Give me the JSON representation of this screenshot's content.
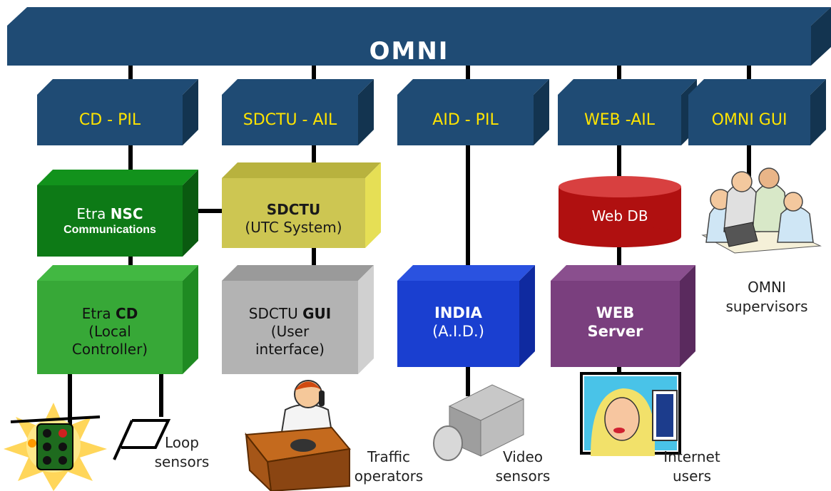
{
  "omni": {
    "title": "OMNI"
  },
  "layers": {
    "cd_pil": "CD - PIL",
    "sdctu_ail": "SDCTU - AIL",
    "aid_pil": "AID - PIL",
    "web_ail": "WEB -AIL",
    "omni_gui": "OMNI GUI"
  },
  "nsc": {
    "prefix": "Etra ",
    "bold": "NSC",
    "line2": "Communications"
  },
  "sdctu": {
    "line1": "SDCTU",
    "line2": "(UTC System)"
  },
  "webdb": {
    "label": "Web DB"
  },
  "etra_cd": {
    "prefix": "Etra ",
    "bold": "CD",
    "line2": "(Local",
    "line3": "Controller)"
  },
  "sdctu_gui": {
    "prefix": "SDCTU ",
    "bold": "GUI",
    "line2": "(User",
    "line3": "interface)"
  },
  "india": {
    "line1": "INDIA",
    "line2": "(A.I.D.)"
  },
  "web_server": {
    "line1": "WEB",
    "line2": "Server"
  },
  "captions": {
    "loop_1": "Loop",
    "loop_2": "sensors",
    "traffic_1": "Traffic",
    "traffic_2": "operators",
    "video_1": "Video",
    "video_2": "sensors",
    "internet_1": "Internet",
    "internet_2": "users",
    "supervisors_1": "OMNI",
    "supervisors_2": "supervisors"
  },
  "colors": {
    "navy": "#1f4b74",
    "dark_green": "#0d7a16",
    "green": "#37a837",
    "olive": "#cdc652",
    "grey": "#b3b3b3",
    "blue": "#1a3fd0",
    "red": "#b01010",
    "purple": "#7a3f7e"
  }
}
